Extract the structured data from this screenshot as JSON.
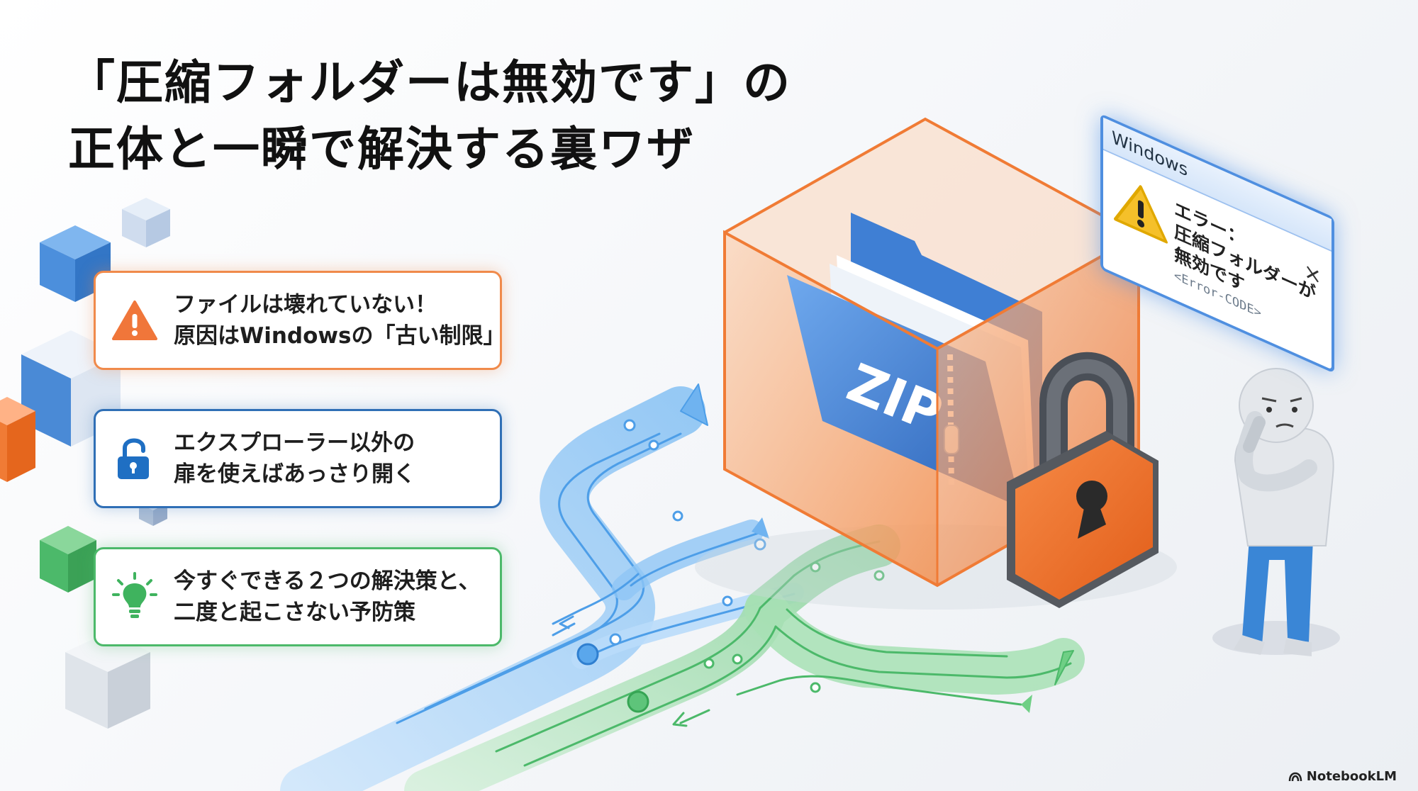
{
  "title": {
    "line1": "「圧縮フォルダーは無効です」の",
    "line2": "正体と一瞬で解決する裏ワザ"
  },
  "cards": [
    {
      "icon": "warning-icon",
      "line1": "ファイルは壊れていない！",
      "line2": "原因はWindowsの「古い制限」",
      "color": "#f08a4b"
    },
    {
      "icon": "unlock-icon",
      "line1": "エクスプローラー以外の",
      "line2": "扉を使えばあっさり開く",
      "color": "#2f6fb6"
    },
    {
      "icon": "lightbulb-icon",
      "line1": "今すぐできる２つの解決策と、",
      "line2": "二度と起こさない予防策",
      "color": "#4cb96a"
    }
  ],
  "dialog": {
    "title": "Windows",
    "message_line1": "エラー：",
    "message_line2": "圧縮フォルダーが",
    "message_line3": "無効です",
    "code": "<Error-CODE>",
    "close": "×"
  },
  "folder_label": "ZIP",
  "brand": "NotebookLM",
  "colors": {
    "orange": "#f08a4b",
    "blue": "#2f6fb6",
    "light_blue": "#7cbcf2",
    "green": "#4cb96a"
  }
}
